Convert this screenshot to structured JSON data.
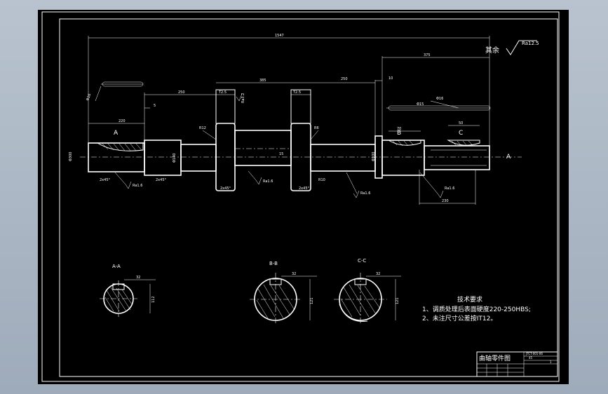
{
  "drawing": {
    "roughness_prefix": "其余",
    "roughness_value": "Ra12.5",
    "dimensions": {
      "overall_length": "1547",
      "right_length": "375",
      "right_gap": "10",
      "journal_span": "385",
      "left_step": "250",
      "right_step": "250",
      "left_end": "220",
      "shoulder": "5",
      "pin_width_1": "T2.5",
      "pin_width_2": "T2.5",
      "right_key_1": "70",
      "right_key_2": "50",
      "right_bottom": "230",
      "left_dia": "Φ300",
      "mid_dia": "Φ140",
      "right_dia": "Φ100",
      "chamfer_1": "2x45°",
      "chamfer_2": "2x45°",
      "chamfer_3": "2x45°",
      "chamfer_4": "2x45°",
      "small_15": "15",
      "radius_1": "R12",
      "radius_2": "R6",
      "radius_3": "R10",
      "left_small": "Φ16",
      "right_small": "Φ15",
      "right_small_2": "Φ16"
    },
    "labels": {
      "section_a": "A",
      "section_b": "B",
      "section_c": "C",
      "roughness_a": "Ra1.6",
      "roughness_b": "Ra1.6",
      "roughness_c": "Ra1.6",
      "roughness_d": "Ra1.6",
      "roughness_e": "Ra3.2"
    },
    "sections": [
      {
        "title": "A-A",
        "width_dim": "32",
        "height_dim": "112"
      },
      {
        "title": "B-B",
        "width_dim": "32",
        "height_dim": "121"
      },
      {
        "title": "C-C",
        "width_dim": "32",
        "height_dim": "121"
      }
    ],
    "tech": {
      "title": "技术要求",
      "req1": "1、调质处理后表面硬度220-250HBS;",
      "req2": "2、未注尺寸公差按IT12。"
    },
    "title_block": {
      "part_name": "曲轴零件图",
      "code": "JTCT-001-06",
      "material": "45",
      "sheet": "1"
    }
  }
}
